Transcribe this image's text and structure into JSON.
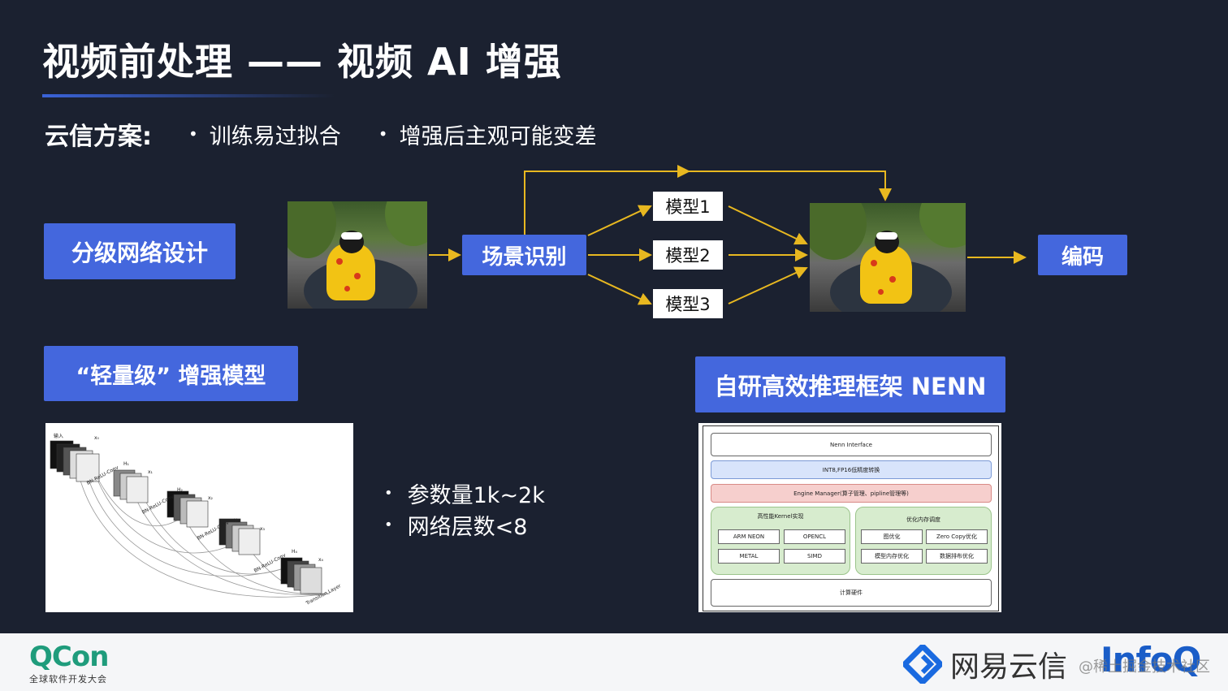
{
  "title": "视频前处理 —— 视频 AI 增强",
  "subtitle": {
    "label": "云信方案:",
    "bullets": [
      "训练易过拟合",
      "增强后主观可能变差"
    ]
  },
  "buttons": {
    "hierarchical_network": "分级网络设计",
    "scene_recognition": "场景识别",
    "encode": "编码",
    "lightweight_model": "“轻量级” 增强模型",
    "nenn_framework": "自研高效推理框架 NENN"
  },
  "models": [
    "模型1",
    "模型2",
    "模型3"
  ],
  "network_diagram": {
    "input_label": "输入",
    "layer_labels": [
      "BN-ReLU-Conv",
      "BN-ReLU-Conv",
      "BN-ReLU-Conv",
      "BN-ReLU-Conv",
      "Transition Layer"
    ],
    "feature_labels": [
      "x₀",
      "H₁",
      "x₁",
      "H₂",
      "x₂",
      "H₃",
      "x₃",
      "H₄",
      "x₄"
    ]
  },
  "model_bullets": [
    "参数量1k~2k",
    "网络层数<8"
  ],
  "nenn": {
    "interface": "Nenn Interface",
    "precision": "INT8,FP16低精度转换",
    "engine": "Engine Manager(算子管理、pipline管理等)",
    "kernel_group": {
      "title": "高性能Kernel实现",
      "items": [
        "ARM NEON",
        "OPENCL",
        "METAL",
        "SIMD"
      ]
    },
    "memory_group": {
      "title": "优化内存调度",
      "items": [
        "图优化",
        "Zero Copy优化",
        "模型内存优化",
        "数据排布优化"
      ]
    },
    "hardware": "计算硬件"
  },
  "footer": {
    "qcon_logo": "QCon",
    "qcon_sub": "全球软件开发大会",
    "netease": "网易云信",
    "infoq": "InfoQ",
    "watermark": "@稀土掘金技术社区"
  },
  "colors": {
    "background": "#1b2130",
    "accent_blue": "#4467dd",
    "arrow_yellow": "#e8b820",
    "qcon_green": "#1f9c7c",
    "infoq_blue": "#1a5dc8"
  }
}
